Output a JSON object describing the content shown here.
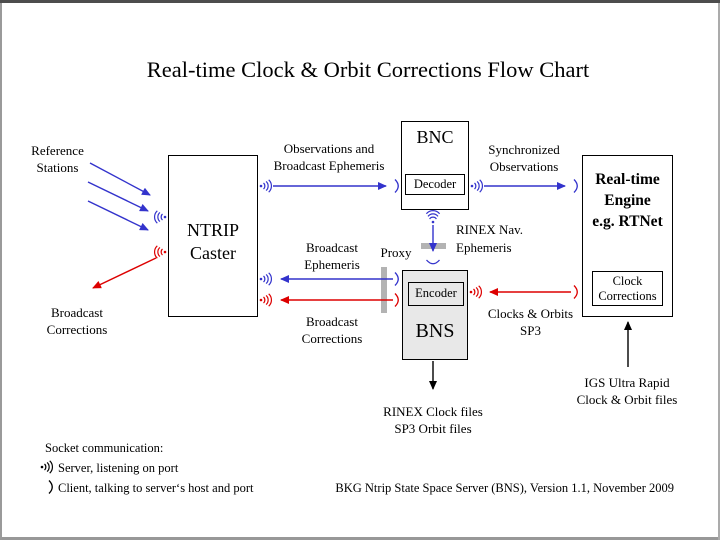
{
  "title": "Real-time Clock & Orbit Corrections Flow Chart",
  "colors": {
    "blue": "#3333cc",
    "red": "#dd0000",
    "black": "#000000",
    "bar_gray": "#b3b3b3",
    "box_gray": "#e8e8e8"
  },
  "boxes": {
    "ntrip": {
      "line1": "NTRIP",
      "line2": "Caster"
    },
    "bnc": {
      "title": "BNC",
      "sub": "Decoder"
    },
    "bns": {
      "title": "BNS",
      "sub": "Encoder"
    },
    "engine": {
      "line1": "Real-time",
      "line2": "Engine",
      "line3": "e.g. RTNet"
    },
    "clock_corrections": {
      "line1": "Clock",
      "line2": "Corrections"
    }
  },
  "labels": {
    "reference_stations": {
      "line1": "Reference",
      "line2": "Stations"
    },
    "observations_ephemeris": {
      "line1": "Observations and",
      "line2": "Broadcast Ephemeris"
    },
    "synchronized_observations": {
      "line1": "Synchronized",
      "line2": "Observations"
    },
    "broadcast_ephemeris": {
      "line1": "Broadcast",
      "line2": "Ephemeris"
    },
    "proxy": "Proxy",
    "rinex_nav": {
      "line1": "RINEX Nav.",
      "line2": "Ephemeris"
    },
    "broadcast_corrections_left": {
      "line1": "Broadcast",
      "line2": "Corrections"
    },
    "broadcast_corrections_mid": {
      "line1": "Broadcast",
      "line2": "Corrections"
    },
    "clocks_orbits": {
      "line1": "Clocks & Orbits",
      "line2": "SP3"
    },
    "rinex_files": {
      "line1": "RINEX Clock files",
      "line2": "SP3 Orbit files"
    },
    "igs": {
      "line1": "IGS Ultra Rapid",
      "line2": "Clock & Orbit files"
    }
  },
  "legend": {
    "title": "Socket communication:",
    "server": "Server, listening on port",
    "client": "Client, talking to server‘s host and port"
  },
  "footer": "BKG Ntrip State Space Server  (BNS), Version 1.1, November 2009"
}
